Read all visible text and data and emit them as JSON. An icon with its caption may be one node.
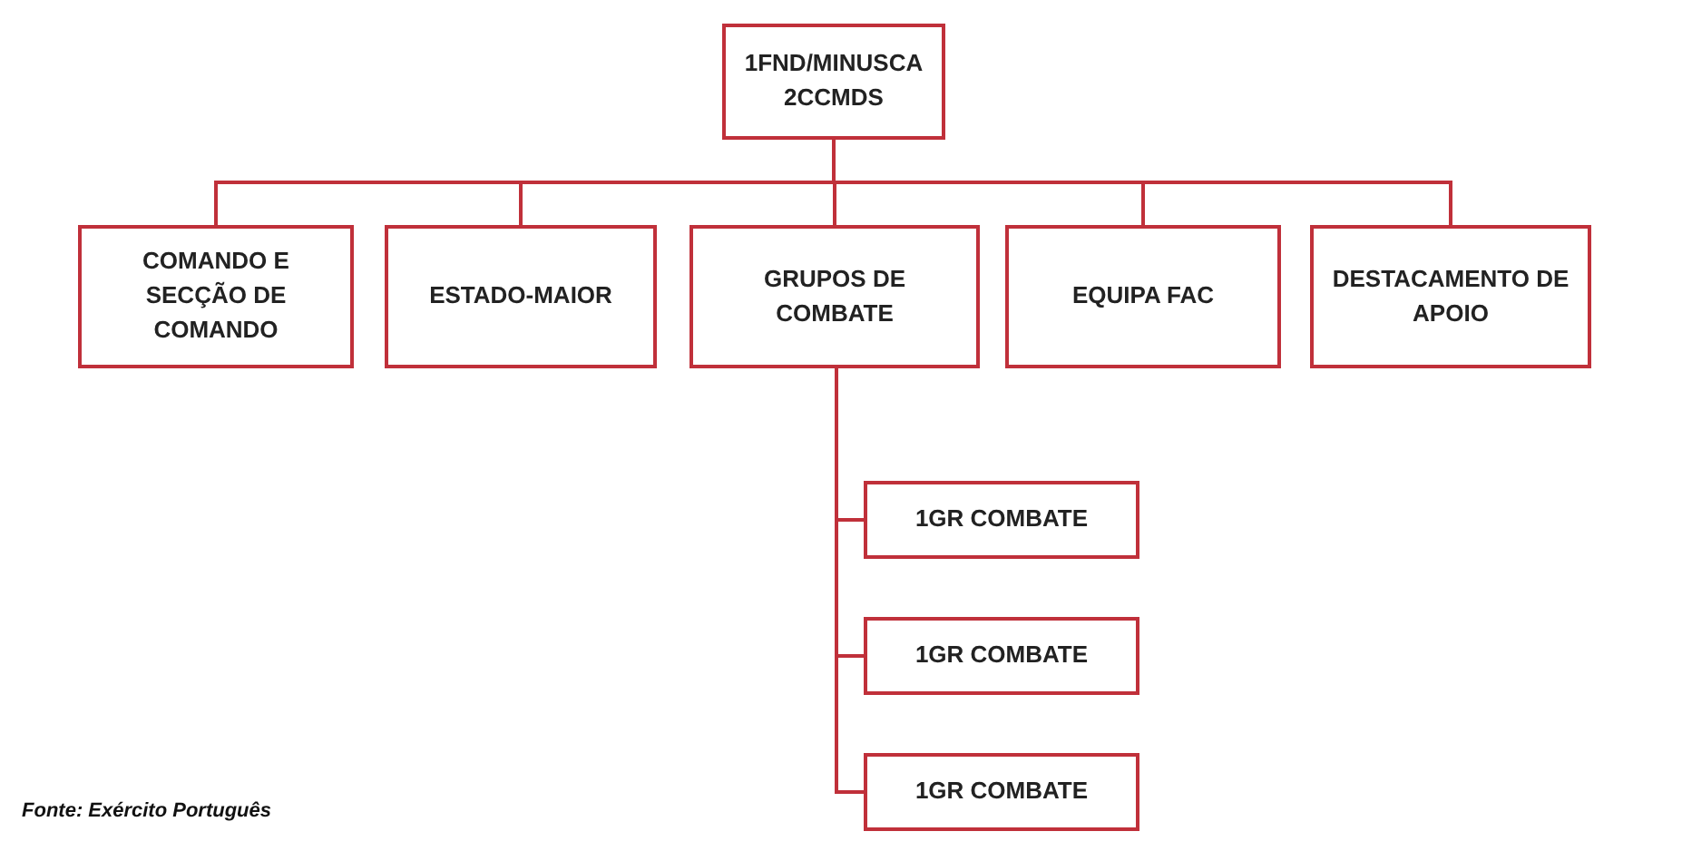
{
  "diagram": {
    "nodes": [
      {
        "text": [
          "1FND/MINUSCA 2CCMDS"
        ]
      },
      {
        "text": [
          "COMANDO E SECÇÃO DE COMANDO"
        ]
      },
      {
        "text": [
          "ESTADO-MAIOR"
        ]
      },
      {
        "text": [
          "GRUPOS DE COMBATE"
        ]
      },
      {
        "text": [
          "EQUIPA FAC"
        ]
      },
      {
        "text": [
          "DESTACAMENTO DE APOIO"
        ]
      },
      {
        "text": [
          "1GR COMBATE"
        ]
      },
      {
        "text": [
          "1GR COMBATE"
        ]
      },
      {
        "text": [
          "1GR COMBATE"
        ]
      }
    ],
    "edges": [
      {
        "from": 0,
        "to": 1,
        "arrow": "none"
      },
      {
        "from": 0,
        "to": 2,
        "arrow": "none"
      },
      {
        "from": 0,
        "to": 3,
        "arrow": "none"
      },
      {
        "from": 0,
        "to": 4,
        "arrow": "none"
      },
      {
        "from": 0,
        "to": 5,
        "arrow": "none"
      },
      {
        "from": 3,
        "to": 6,
        "arrow": "none"
      },
      {
        "from": 3,
        "to": 7,
        "arrow": "none"
      },
      {
        "from": 3,
        "to": 8,
        "arrow": "none"
      }
    ],
    "labels": [
      "Fonte: Exército Português"
    ]
  }
}
